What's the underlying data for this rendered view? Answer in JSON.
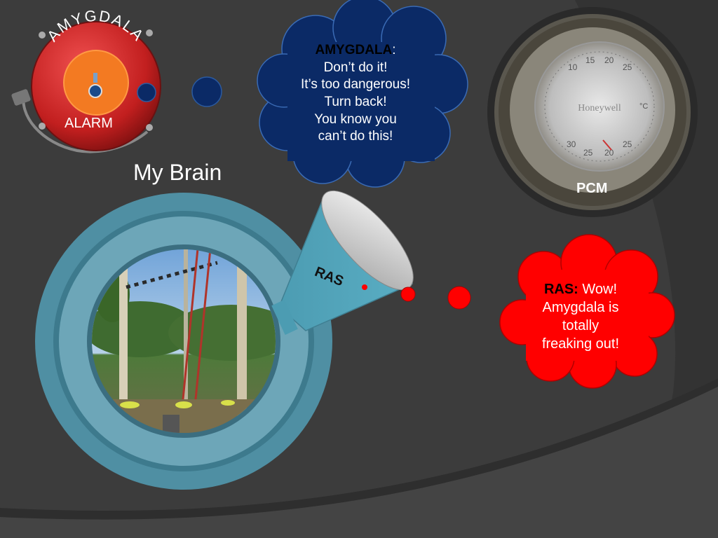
{
  "slide": {
    "title": "My Brain",
    "alarm": {
      "arc_text": "AMYGDALA",
      "label": "ALARM"
    },
    "amygdala_cloud": {
      "speaker": "AMYGDALA",
      "colon": ":",
      "lines": [
        "Don’t do it!",
        "It’s too dangerous!",
        "Turn back!",
        "You know you",
        "can’t do this!"
      ]
    },
    "thermostat": {
      "brand": "Honeywell",
      "label": "PCM",
      "top_ticks": [
        "10",
        "15",
        "20",
        "25"
      ],
      "bottom_ticks": [
        "30",
        "25",
        "20",
        "25"
      ],
      "unit": "°C"
    },
    "megaphone": {
      "label": "RAS"
    },
    "ras_cloud": {
      "speaker": "RAS:",
      "first_word": " Wow!",
      "lines": [
        "Amygdala is",
        "totally",
        "freaking out!"
      ]
    }
  },
  "colors": {
    "background": "#3b3b3b",
    "navy_cloud": "#0b2a66",
    "red_cloud": "#ff0000",
    "teal_ring": "#4f8fa3",
    "teal_inner": "#6da6b8",
    "alarm_red": "#d22a2a",
    "alarm_orange": "#f37a22"
  }
}
